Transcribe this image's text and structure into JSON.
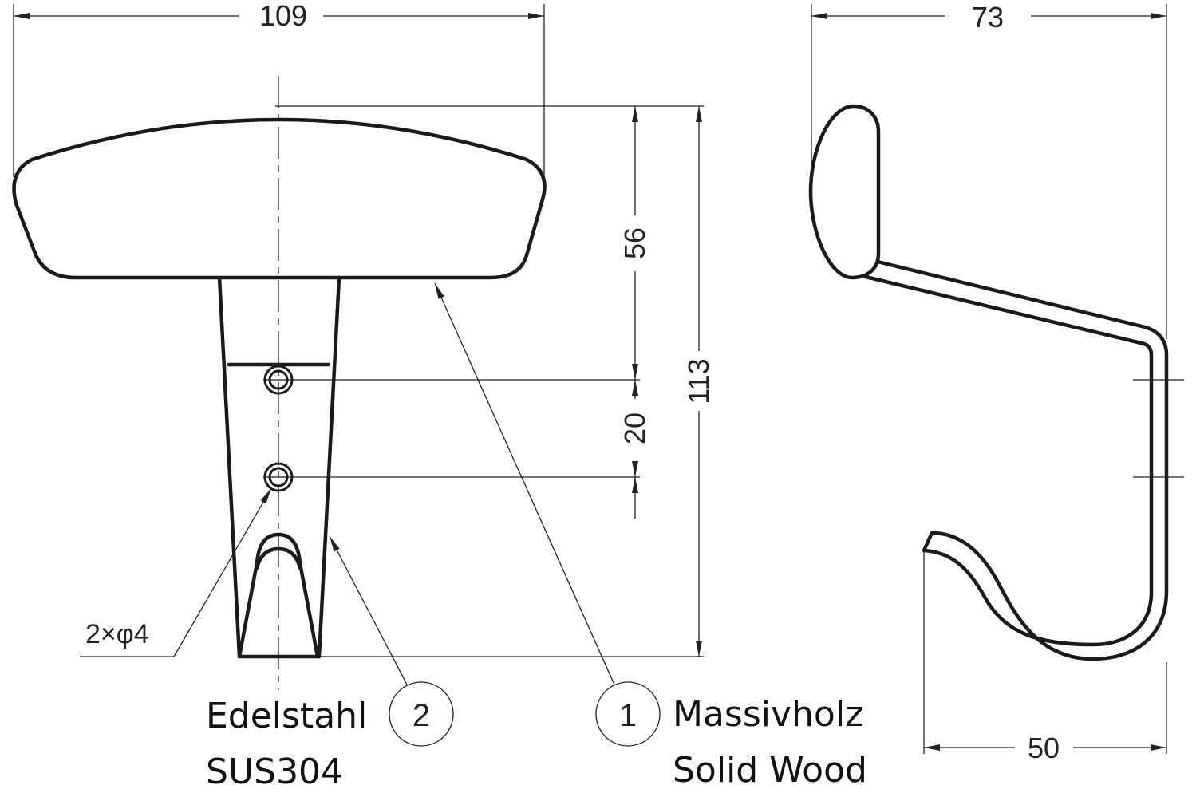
{
  "dimensions": {
    "width_front": "109",
    "depth_side": "73",
    "height_knob_to_hole": "56",
    "hole_spacing": "20",
    "total_height": "113",
    "hook_depth": "50",
    "holes": "2×φ4"
  },
  "parts": [
    {
      "number": "1",
      "name_de": "Massivholz",
      "name_en": "Solid Wood"
    },
    {
      "number": "2",
      "name_de": "Edelstahl",
      "name_en": "SUS304"
    }
  ]
}
